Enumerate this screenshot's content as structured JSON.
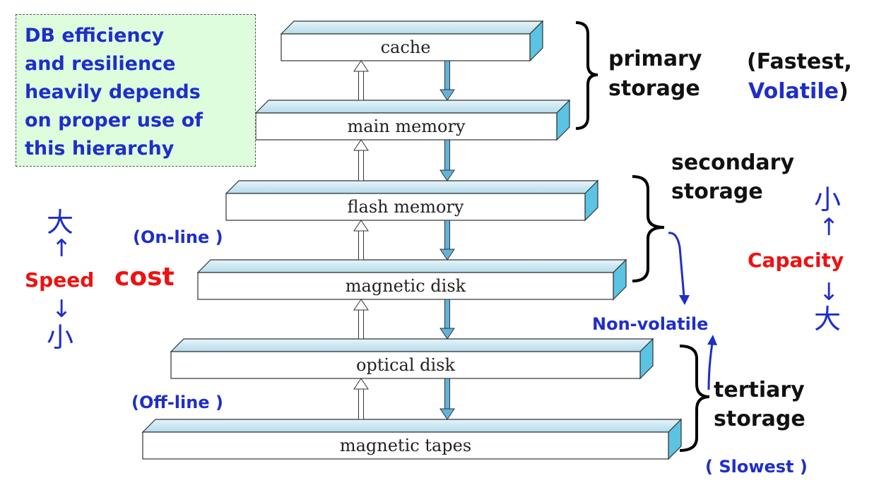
{
  "note": {
    "lines": [
      "DB efficiency",
      "and resilience",
      "heavily depends",
      "on proper use of",
      "this hierarchy"
    ]
  },
  "layers": [
    {
      "label": "cache"
    },
    {
      "label": "main memory"
    },
    {
      "label": "flash memory"
    },
    {
      "label": "magnetic disk"
    },
    {
      "label": "optical disk"
    },
    {
      "label": "magnetic tapes"
    }
  ],
  "groups": {
    "primary": {
      "line1": "primary",
      "line2": "storage"
    },
    "secondary": {
      "line1": "secondary",
      "line2": "storage"
    },
    "tertiary": {
      "line1": "tertiary",
      "line2": "storage"
    }
  },
  "annotations": {
    "fastest_open": "(Fastest,",
    "volatile": "Volatile",
    "fastest_close": ")",
    "online": "(On-line )",
    "offline": "(Off-line )",
    "non_volatile": "Non-volatile",
    "slowest": "( Slowest )"
  },
  "left_scale": {
    "top": "大",
    "up_arrow": "↑",
    "speed": "Speed",
    "cost": "cost",
    "down_arrow": "↓",
    "bottom": "小"
  },
  "right_scale": {
    "top": "小",
    "up_arrow": "↑",
    "capacity": "Capacity",
    "down_arrow": "↓",
    "bottom": "大"
  },
  "colors": {
    "bar_top": "#cde9f4",
    "bar_side": "#5bc3e3",
    "arrow_fill": "#62b3dc",
    "note_bg": "#ddfddd",
    "blue_text": "#1f2ec9",
    "red_text": "#ee1111"
  }
}
